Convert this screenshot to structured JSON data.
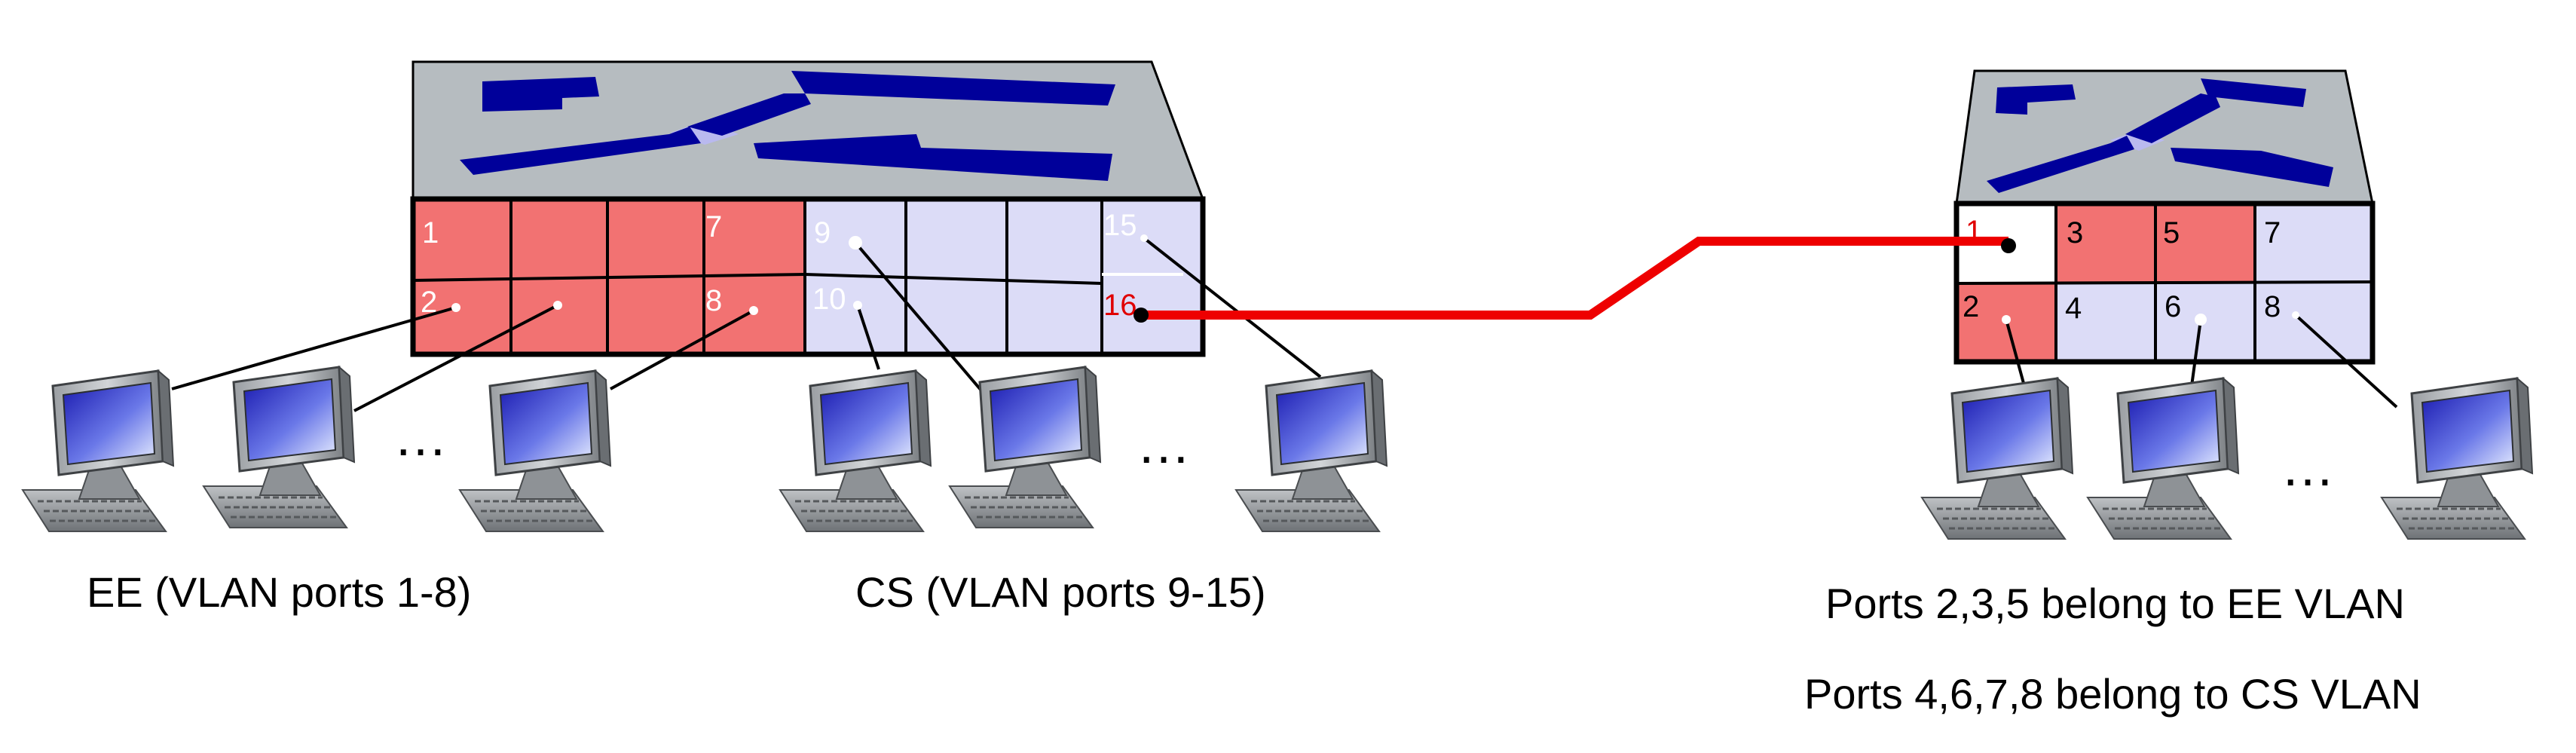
{
  "colors": {
    "ee_port": "#f27272",
    "cs_port": "#dcdcf7",
    "switch_top": "#b6bcc0",
    "arrow": "#00009a",
    "arrow_highlight": "#b9b9ef",
    "trunk": "#ee0000",
    "cable": "#000000"
  },
  "left_switch": {
    "port_labels": {
      "p1": "1",
      "p7": "7",
      "p2": "2",
      "p8": "8",
      "p9": "9",
      "p15": "15",
      "p10": "10",
      "p16": "16"
    }
  },
  "right_switch": {
    "port_labels": {
      "p1": "1",
      "p3": "3",
      "p5": "5",
      "p7": "7",
      "p2": "2",
      "p4": "4",
      "p6": "6",
      "p8": "8"
    }
  },
  "ellipses": {
    "ee": "…",
    "cs": "…",
    "right": "…"
  },
  "captions": {
    "ee_vlan": "EE (VLAN ports 1-8)",
    "cs_vlan": "CS (VLAN ports 9-15)",
    "right_ee": "Ports 2,3,5 belong to EE VLAN",
    "right_cs": "Ports 4,6,7,8 belong to CS VLAN"
  },
  "icons": {
    "switch": "switch-icon",
    "computer": "computer-icon"
  }
}
